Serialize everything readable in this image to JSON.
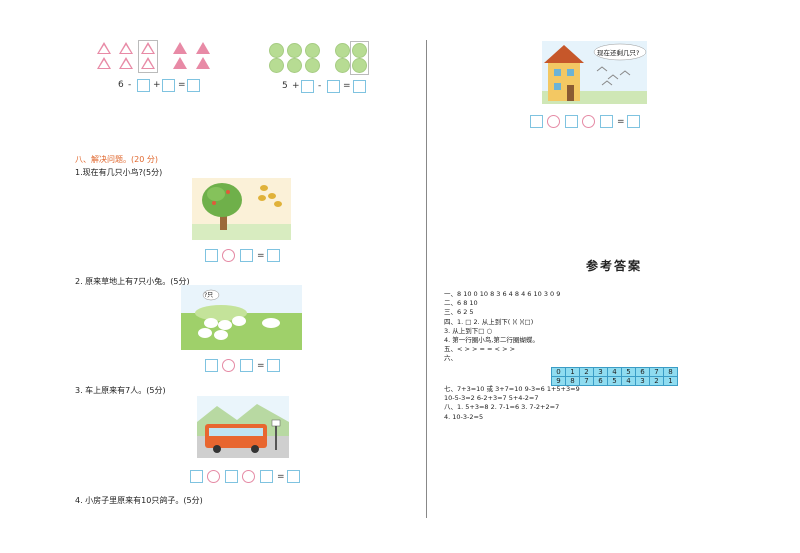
{
  "left": {
    "top_eq1": {
      "a": "6",
      "op1": "-",
      "op2": "+",
      "eq": "="
    },
    "top_eq2": {
      "a": "5",
      "op1": "+",
      "op2": "-",
      "eq": "="
    },
    "section_title": "八、解决问题。(20 分)",
    "q1": {
      "text": "1.现在有几只小鸟?(5分)",
      "eq": "="
    },
    "q2": {
      "text": "2. 原来草地上有7只小兔。(5分)",
      "bubble": "?只",
      "eq": "="
    },
    "q3": {
      "text": "3. 车上原来有7人。(5分)",
      "eq": "="
    },
    "q4": {
      "text": "4. 小房子里原来有10只鸽子。(5分)"
    }
  },
  "right": {
    "house_bubble": "现在还剩几只?",
    "eq": "=",
    "answer_title": "参考答案",
    "answers": [
      "一、8  10  0  10  8  3  6  4  8  4  6    10  3  0  9",
      "二、6  8  10",
      "三、6  2  5",
      "四、1. □    2. 从上到下( )( )(□)",
      "3. 从上到下□  ○",
      "4. 第一行圈小鸟,第二行圈蝴蝶。",
      "五、<  >  >  =  =  <  >  >",
      "六、",
      "七、7+3=10 或 3+7=10   9-3=6   1+5+3=9",
      "10-5-3=2   6-2+3=7   5+4-2=7",
      "八、1. 5+3=8   2. 7-1=6   3. 7-2+2=7",
      "4. 10-3-2=5"
    ],
    "table": {
      "row1": [
        "0",
        "1",
        "2",
        "3",
        "4",
        "5",
        "6",
        "7",
        "8"
      ],
      "row2": [
        "9",
        "8",
        "7",
        "6",
        "5",
        "4",
        "3",
        "2",
        "1"
      ]
    }
  }
}
